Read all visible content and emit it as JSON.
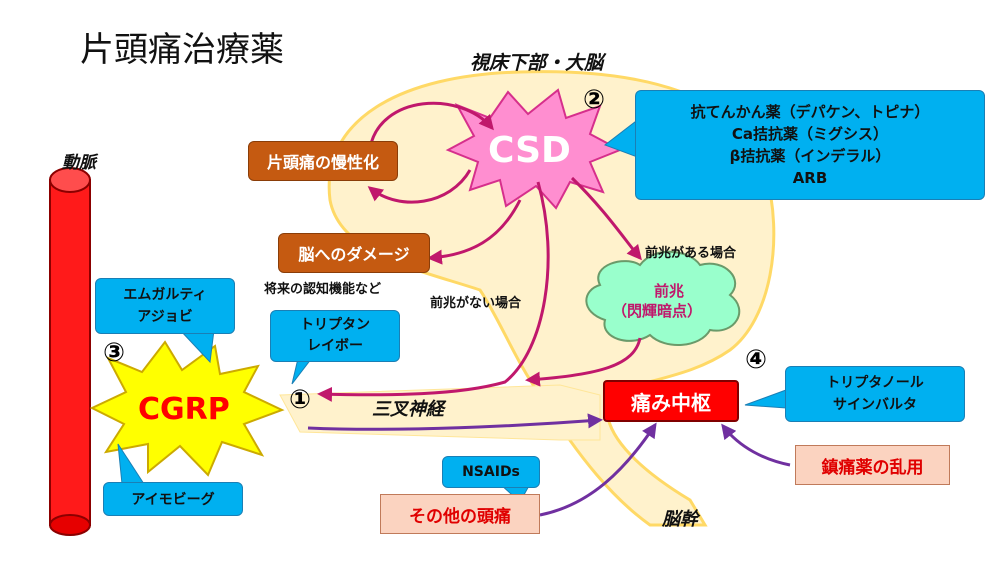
{
  "title": "片頭痛治療薬",
  "labels": {
    "hypothalamus_cortex": "視床下部・大脳",
    "artery": "動脈",
    "trigeminal_nerve": "三叉神経",
    "brainstem": "脳幹",
    "with_aura": "前兆がある場合",
    "without_aura": "前兆がない場合",
    "cognitive": "将来の認知機能など"
  },
  "nodes": {
    "csd": "CSD",
    "cgrp": "CGRP",
    "pain_center": "痛み中枢",
    "aura_line1": "前兆",
    "aura_line2": "（閃輝暗点）",
    "chronic": "片頭痛の慢性化",
    "brain_damage": "脳へのダメージ",
    "other_headache": "その他の頭痛",
    "analgesic_overuse": "鎮痛薬の乱用"
  },
  "numbers": {
    "n1": "①",
    "n2": "②",
    "n3": "③",
    "n4": "④"
  },
  "drugs": {
    "antiepileptic": "抗てんかん薬（デパケン、トピナ）",
    "ca_blocker": "Ca拮抗薬（ミグシス）",
    "beta_blocker": "β拮抗薬（インデラル）",
    "arb": "ARB",
    "anti_cgrp_1": "エムガルティ",
    "anti_cgrp_2": "アジョビ",
    "triptan_1": "トリプタン",
    "triptan_2": "レイボー",
    "aimovig": "アイモビーグ",
    "nsaids": "NSAIDs",
    "tripta_1": "トリプタノール",
    "tripta_2": "サインバルタ"
  },
  "colors": {
    "artery": "#ff1a1a",
    "brain": "#fff2cc",
    "brain_outline": "#ffd966",
    "csd_burst": "#ff8ed0",
    "cgrp_burst": "#ffff00",
    "aura_cloud": "#99ffcc",
    "arrow_magenta": "#c0186c",
    "arrow_purple": "#7030a0",
    "callout_blue": "#00b0f0",
    "box_brown": "#c55a11",
    "pain_box": "#ff0000"
  }
}
